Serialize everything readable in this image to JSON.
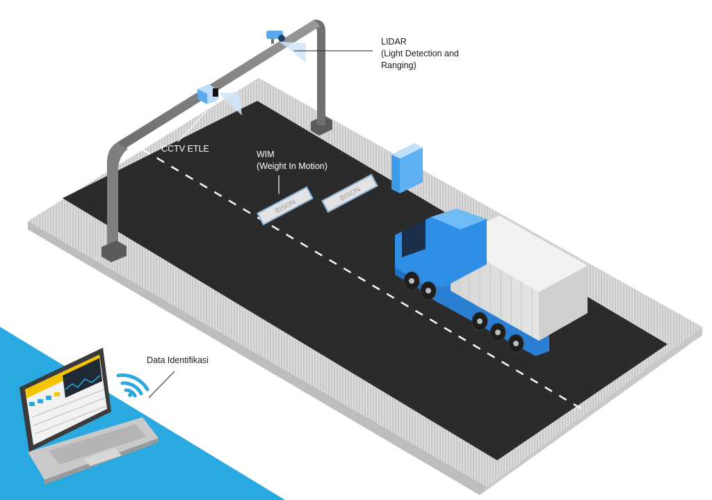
{
  "labels": {
    "lidar": {
      "line1": "LIDAR",
      "line2": "(Light Detection and",
      "line3": "Ranging)"
    },
    "cctv": "CCTV ETLE",
    "wim": {
      "line1": "WIM",
      "line2": "(Weight In Motion)"
    },
    "data": "Data Identifikasi"
  },
  "wim_plate_text": "BISON",
  "colors": {
    "road": "#2b2b2b",
    "sidewalk": "#d9d9d9",
    "gantry": "#7a7a7a",
    "truck_cab": "#2f8fe6",
    "container": "#e6e6e6",
    "laptop_area": "#29a9e0",
    "wifi": "#29a9e0",
    "accent": "#f5c400"
  },
  "icons": [
    "lidar-camera-icon",
    "cctv-camera-icon",
    "wifi-icon",
    "laptop-icon",
    "truck-icon",
    "roadside-cabinet-icon"
  ]
}
